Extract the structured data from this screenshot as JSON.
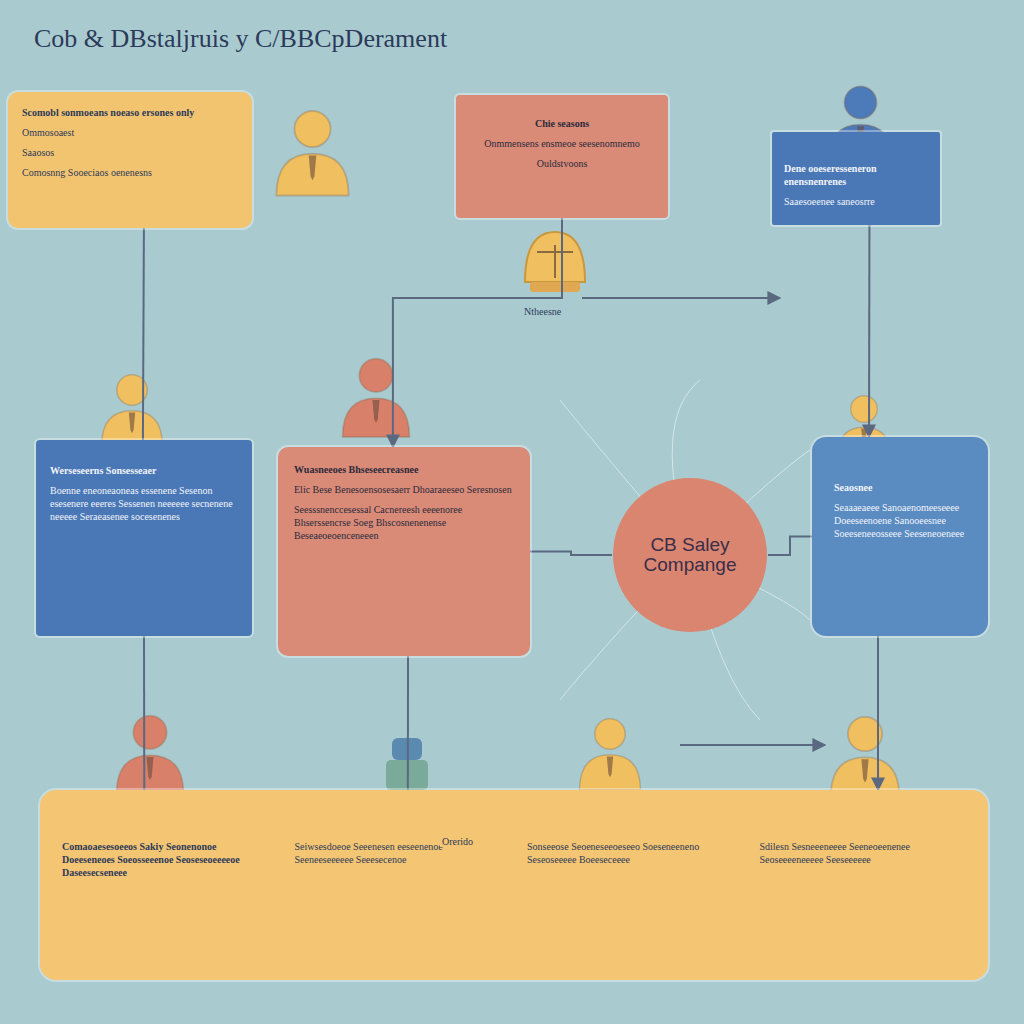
{
  "diagram": {
    "title": "Cob & DBstaljruis y C/BBCpDerament",
    "nodes": [
      {
        "text": [
          "Scomobl sonmoeans noeaso ersones only",
          "Ommosoaest",
          "Saaosos",
          "Comosnng Sooeciaos oenenesns"
        ]
      },
      {
        "text": [
          "Chie seasons",
          "Onmmensens ensmeoe seesenomnemo",
          "Ouldstvoons"
        ]
      },
      {
        "text": [
          "Dene ooeseresseneron enensnenrenes",
          "Saaesoeenee saneosrre"
        ]
      },
      {
        "text": [
          "Werseseerns Sonsesseaer",
          "Boenne eneoneaoneas essenene Sesenon esesenere eeeres Sessenen neeeeee secnenene neeeee Seraeasenee socesenenes"
        ]
      },
      {
        "text": [
          "Wuasneeoes Bhseseecreasnee",
          "Elic Bese Benesoensosesaerr Dhoaraeeseo Seresnosen",
          "Seesssnenccesessal Cacnereesh eeeenoree Bhserssencrse Soeg Bhscosnenenense Beseaeoeoenceneeen"
        ]
      },
      {
        "text": [
          "CB Saley Compange"
        ]
      },
      {
        "text": [
          "Seaosnee",
          "Seaaaeaeee Sanoaenomeeseeee Doeeseenoene Sanooeesnee Soeeseneeosseee Seeseneoeneee"
        ]
      },
      {
        "text": [
          "Comaoaesesoeeos Sakiy Seonenonoe Doeeseneoes Soeosseeenoe Seoseseoeeeeoe Daseesecseneee",
          "Seiwsesdoeoe Seeenesen eeseenenoe Seeneeseeeeee Seeesecenoe",
          "Sonseeose Seoeneseeoeseeo Soeseneeneno Seseoseeeee Boeeseceeee",
          "Sdilesn Sesneeeneeee Seeneoeenenee Seoseeeeneeeee Seeseeeeee"
        ],
        "in": null
      }
    ],
    "edges": [
      {
        "from": 0,
        "to": 3,
        "arrow": "none"
      },
      {
        "from": 1,
        "to": 4,
        "arrow": "to"
      },
      {
        "from": 2,
        "to": 6,
        "arrow": "to"
      },
      {
        "from": 3,
        "to": 7,
        "arrow": "none"
      },
      {
        "from": 4,
        "to": 7,
        "arrow": "none"
      },
      {
        "from": 6,
        "to": 7,
        "arrow": "to"
      },
      {
        "from": 5,
        "to": 4,
        "arrow": "none"
      },
      {
        "from": 5,
        "to": 6,
        "arrow": "none"
      }
    ],
    "labels": [
      "Ntheesne",
      "Orerido"
    ]
  }
}
